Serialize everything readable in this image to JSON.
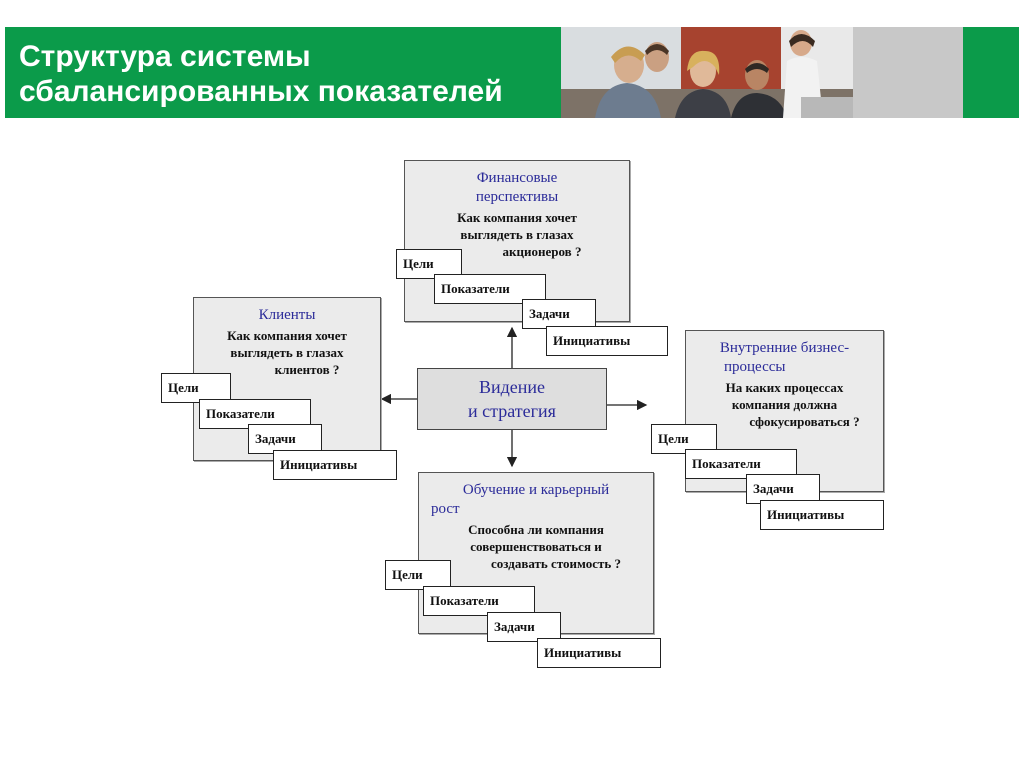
{
  "header": {
    "title_line1": "Структура системы",
    "title_line2": "сбалансированных показателей"
  },
  "center": {
    "line1": "Видение",
    "line2": "и стратегия"
  },
  "perspectives": {
    "financial": {
      "title_line1": "Финансовые",
      "title_line2": "перспективы",
      "q1": "Как компания хочет",
      "q2": "выглядеть в глазах",
      "q3": "акционеров ?"
    },
    "clients": {
      "title_line1": "Клиенты",
      "q1": "Как компания хочет",
      "q2": "выглядеть в глазах",
      "q3": "клиентов ?"
    },
    "internal": {
      "title_line1": "Внутренние бизнес-",
      "title_line2": "процессы",
      "q1": "На каких процессах",
      "q2": "компания должна",
      "q3": "сфокусироваться ?"
    },
    "learning": {
      "title_line1": "Обучение и карьерный",
      "title_line2": "рост",
      "q1": "Способна ли компания",
      "q2": "совершенствоваться и",
      "q3": "создавать стоимость ?"
    }
  },
  "tags": {
    "goals": "Цели",
    "indicators": "Показатели",
    "tasks": "Задачи",
    "initiatives": "Инициативы"
  }
}
